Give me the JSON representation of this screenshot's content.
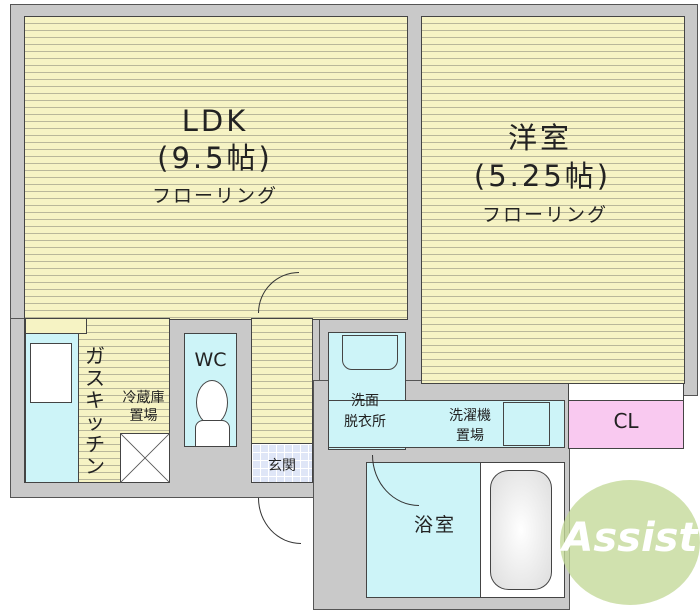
{
  "rooms": {
    "ldk": {
      "name": "LDK",
      "size": "(9.5帖)",
      "floor": "フローリング"
    },
    "western": {
      "name": "洋室",
      "size": "(5.25帖)",
      "floor": "フローリング"
    },
    "kitchen": "ガスキッチン",
    "fridge": [
      "冷蔵庫",
      "置場"
    ],
    "wc": "WC",
    "entrance": "玄関",
    "washroom": [
      "洗面",
      "脱衣所"
    ],
    "washer": [
      "洗濯機",
      "置場"
    ],
    "bath": "浴室",
    "closet": "CL"
  },
  "watermark": "Assist",
  "colors": {
    "floor": "#f6f3c4",
    "wet": "#cdf4f8",
    "closet": "#f9c9f0",
    "wall": "#c9c9c9"
  }
}
